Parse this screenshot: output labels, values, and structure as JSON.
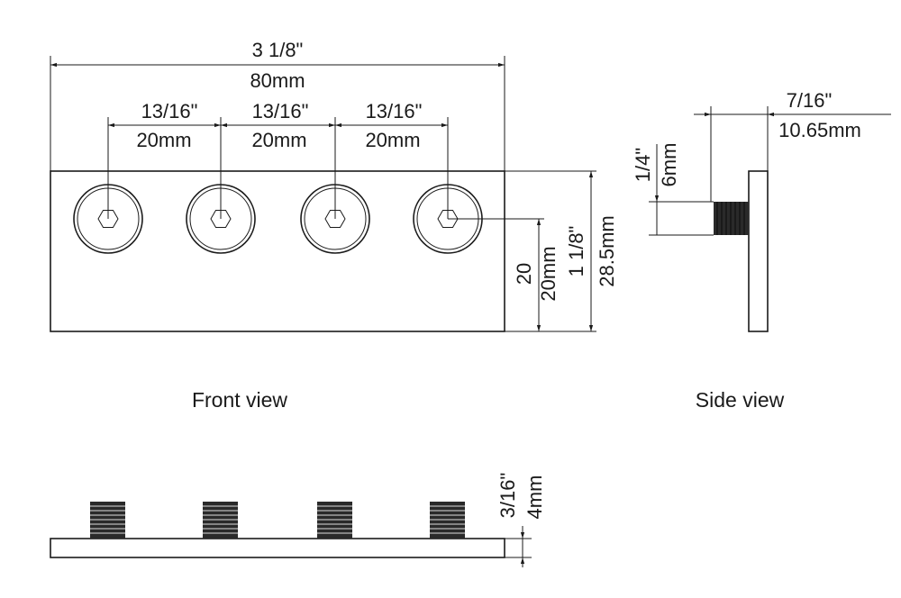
{
  "colors": {
    "line": "#1a1a1a",
    "background": "#ffffff",
    "thread": "#111111"
  },
  "front_view": {
    "caption": "Front view",
    "overall_width_in": "3 1/8\"",
    "overall_width_mm": "80mm",
    "spacing_in": "13/16\"",
    "spacing_mm": "20mm",
    "height_in": "1 1/8\"",
    "height_mm": "28.5mm",
    "hole_height_a": "20",
    "hole_height_b": "20mm",
    "bolt_count": 4
  },
  "side_view": {
    "caption": "Side view",
    "depth_in": "7/16\"",
    "depth_mm": "10.65mm",
    "thread_in": "1/4\"",
    "thread_mm": "6mm"
  },
  "bottom_view": {
    "thickness_in": "3/16\"",
    "thickness_mm": "4mm"
  }
}
